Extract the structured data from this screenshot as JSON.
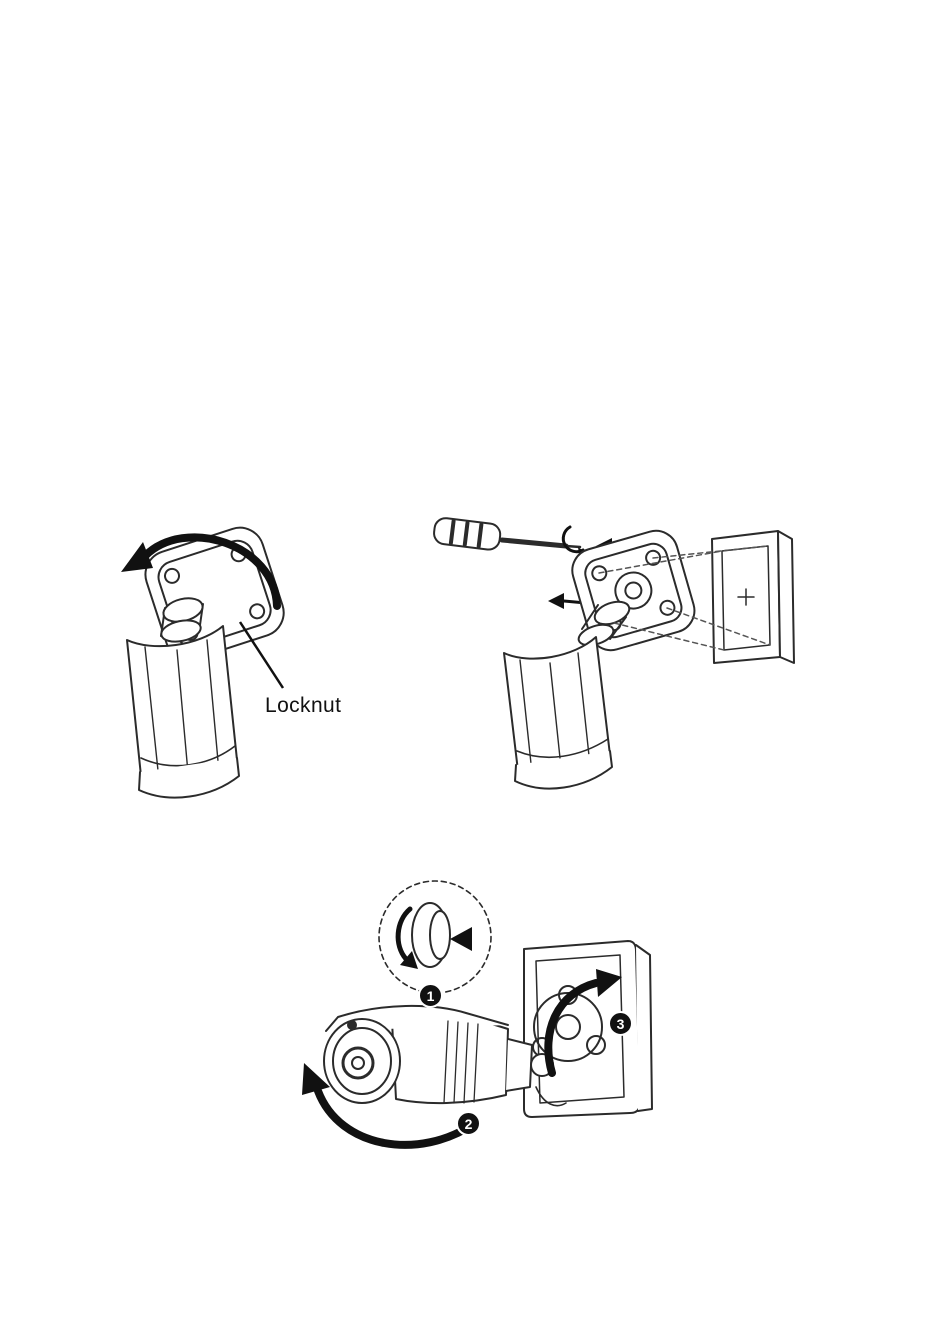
{
  "colors": {
    "line": "#2b2b2b",
    "arrow": "#111111",
    "badge_background": "#111111",
    "badge_text": "#ffffff",
    "page_background": "#ffffff"
  },
  "figures": {
    "locknut_label": "Locknut",
    "step_badges": [
      "1",
      "2",
      "3"
    ]
  }
}
